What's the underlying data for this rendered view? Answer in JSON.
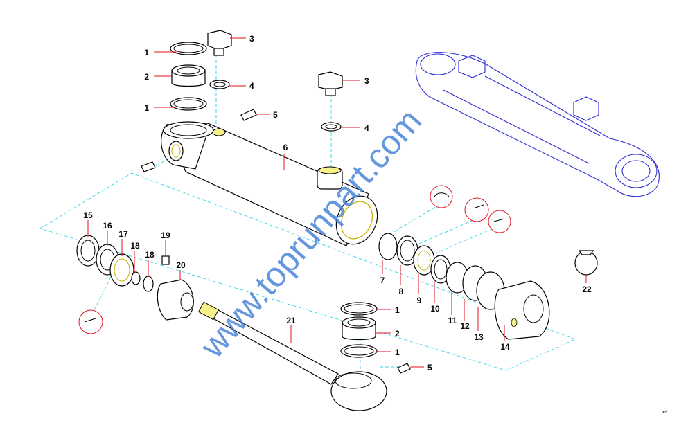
{
  "diagram": {
    "watermark": "www.toprunpart.com",
    "corner_mark": "↵",
    "callouts": {
      "c1a": "1",
      "c2a": "2",
      "c3a": "3",
      "c4a": "4",
      "c1b": "1",
      "c5a": "5",
      "c3b": "3",
      "c4b": "4",
      "c6": "6",
      "c15": "15",
      "c16": "16",
      "c17": "17",
      "c18a": "18",
      "c19": "19",
      "c18b": "18",
      "c20": "20",
      "c21": "21",
      "c1c": "1",
      "c2b": "2",
      "c1d": "1",
      "c5b": "5",
      "c7": "7",
      "c8": "8",
      "c9": "9",
      "c10": "10",
      "c11": "11",
      "c12": "12",
      "c13": "13",
      "c14": "14",
      "c22": "22"
    }
  }
}
